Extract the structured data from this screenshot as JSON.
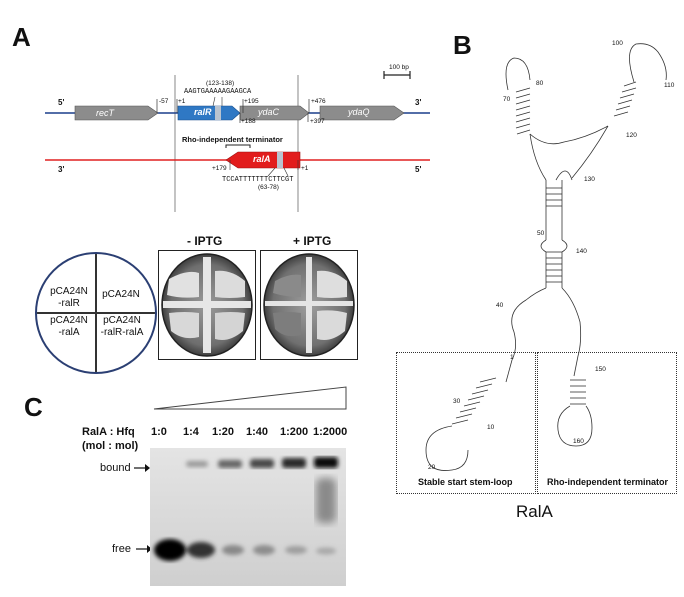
{
  "panels": {
    "a": "A",
    "b": "B",
    "c": "C"
  },
  "genome": {
    "top_5prime": "5'",
    "top_3prime": "3'",
    "bottom_3prime": "3'",
    "bottom_5prime": "5'",
    "genes_top": [
      "recT",
      "ralR",
      "ydaC",
      "ydaQ"
    ],
    "gene_bottom": "ralA",
    "positions": {
      "m57": "-57",
      "p1_top": "+1",
      "p195": "+195",
      "p188": "+188",
      "p476": "+476",
      "p397": "+397",
      "p179": "+179",
      "p1_bottom": "+1"
    },
    "top_seq_range": "(123-138)",
    "top_seq": "AAGTGAAAAAGAAGCA",
    "terminator_label": "Rho-independent terminator",
    "bottom_seq": "TCCATTTTTTTCTTCGT",
    "bottom_seq_range": "(63-78)",
    "scale_bar": "100 bp"
  },
  "plates": {
    "map": {
      "top_left": "pCA24N\n-ralR",
      "top_right": "pCA24N",
      "bottom_left": "pCA24N\n-ralA",
      "bottom_right": "pCA24N\n-ralR-ralA"
    },
    "minus_iptg": "- IPTG",
    "plus_iptg": "+ IPTG"
  },
  "gel": {
    "ratio_label": "RalA : Hfq",
    "ratio_unit": "(mol : mol)",
    "lanes": [
      "1:0",
      "1:4",
      "1:20",
      "1:40",
      "1:200",
      "1:2000"
    ],
    "bound": "bound",
    "free": "free"
  },
  "structure": {
    "name": "RalA",
    "box_left": "Stable start stem-loop",
    "box_right": "Rho-independent terminator",
    "numbers": [
      "80",
      "70",
      "100",
      "110",
      "120",
      "130",
      "50",
      "140",
      "40",
      "30",
      "10",
      "20",
      "150",
      "160",
      "1"
    ]
  }
}
